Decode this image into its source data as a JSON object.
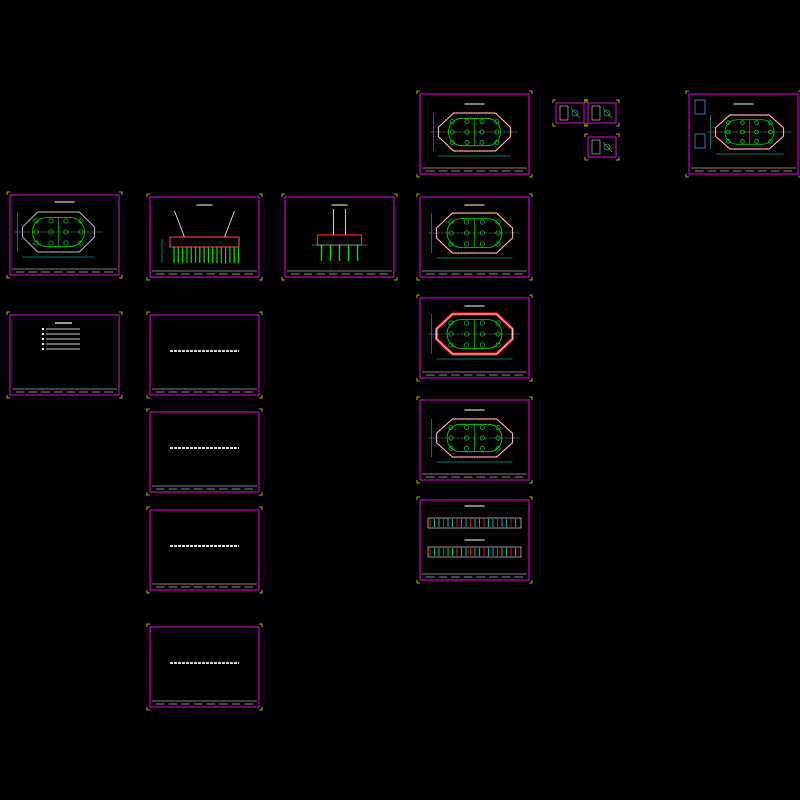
{
  "app": {
    "title": ""
  },
  "colors": {
    "background": "#000000",
    "sheet_border": "#e000e0",
    "corner_mark": "#e0e000",
    "outline": "#ffffff",
    "piles": "#00e000",
    "rebar": "#ff2020",
    "dimension": "#00e0e0",
    "annotation": "#5aa0ff"
  },
  "sheets": [
    {
      "id": "foundation-plan-1",
      "type": "plan-full"
    },
    {
      "id": "foundation-plan-2",
      "type": "plan-dimension"
    },
    {
      "id": "foundation-plan-3",
      "type": "plan-rebar-heavy"
    },
    {
      "id": "foundation-plan-4",
      "type": "plan-partial"
    },
    {
      "id": "elevation-strip",
      "type": "elevation"
    },
    {
      "id": "detail-top-right",
      "type": "plan-small"
    },
    {
      "id": "detail-small-1",
      "type": "small-detail"
    },
    {
      "id": "detail-small-2",
      "type": "small-detail"
    },
    {
      "id": "detail-small-3",
      "type": "small-detail"
    },
    {
      "id": "plan-left",
      "type": "plan-left"
    },
    {
      "id": "section-piles",
      "type": "section-wide"
    },
    {
      "id": "section-narrow",
      "type": "section-narrow"
    },
    {
      "id": "index-sheet",
      "type": "index"
    },
    {
      "id": "text-sheet-1",
      "type": "text"
    },
    {
      "id": "text-sheet-2",
      "type": "text"
    },
    {
      "id": "text-sheet-3",
      "type": "text"
    },
    {
      "id": "text-sheet-4",
      "type": "text"
    }
  ]
}
